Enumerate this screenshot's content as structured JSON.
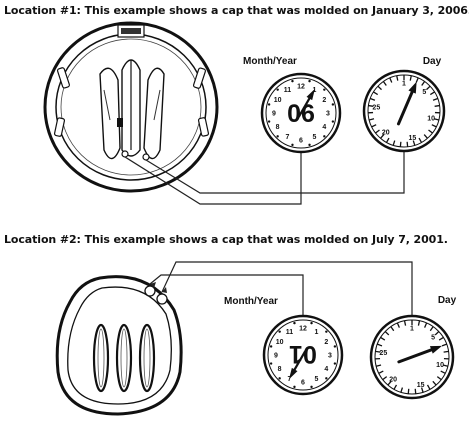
{
  "locations": [
    {
      "caption": "Location #1:  This example shows a cap that was molded on January 3, 2006.",
      "month_year_label": "Month/Year",
      "day_label": "Day",
      "year_digits": "06",
      "month_numbers": [
        "12",
        "1",
        "2",
        "3",
        "4",
        "5",
        "6",
        "7",
        "8",
        "9",
        "10",
        "11"
      ],
      "day_numbers": [
        "1",
        "5",
        "10",
        "15",
        "20",
        "25"
      ],
      "arrow_points_to_month": 1,
      "arrow_points_to_day": 3
    },
    {
      "caption": "Location #2:  This example shows a cap that was molded on July 7, 2001.",
      "month_year_label": "Month/Year",
      "day_label": "Day",
      "year_digits": "01",
      "month_numbers": [
        "12",
        "1",
        "2",
        "3",
        "4",
        "5",
        "6",
        "7",
        "8",
        "9",
        "10",
        "11"
      ],
      "day_numbers": [
        "1",
        "5",
        "10",
        "15",
        "20",
        "25"
      ],
      "arrow_points_to_month": 7,
      "arrow_points_to_day": 7
    }
  ]
}
